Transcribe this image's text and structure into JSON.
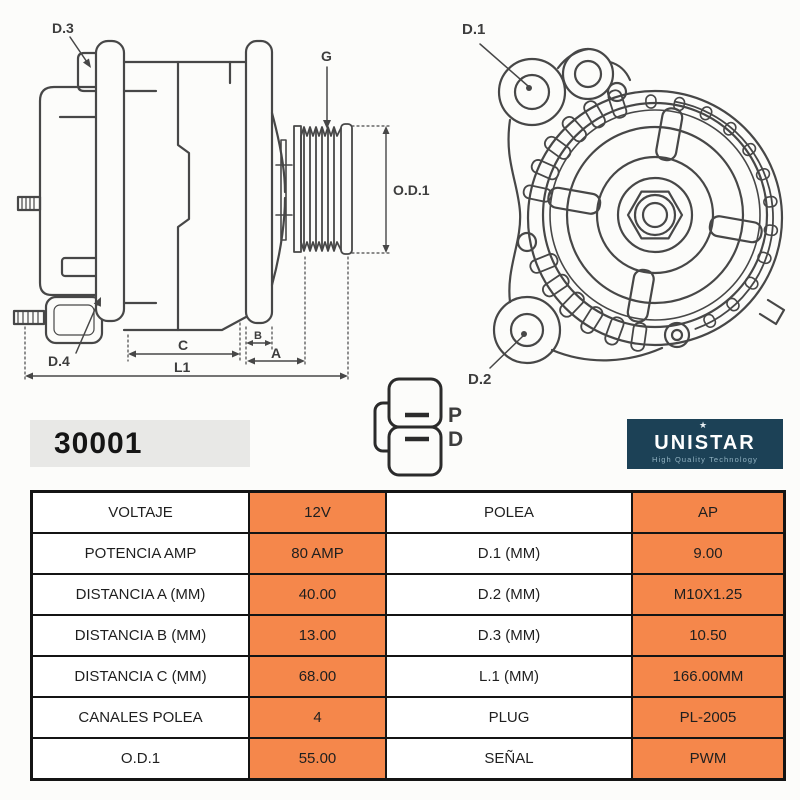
{
  "part_number": "30001",
  "logo": {
    "brand": "UNISTAR",
    "tagline": "High Quality Technology",
    "star": "★",
    "bg_color": "#1C4156"
  },
  "connector": {
    "pin_top": "P",
    "pin_bottom": "D"
  },
  "diagram": {
    "side": {
      "d3": "D.3",
      "d4": "D.4",
      "g": "G",
      "od1": "O.D.1",
      "c": "C",
      "b": "B",
      "a": "A",
      "l1": "L1"
    },
    "front": {
      "d1": "D.1",
      "d2": "D.2"
    }
  },
  "colors": {
    "accent_orange": "#F5874B",
    "logo_navy": "#1C4156",
    "part_box_gray": "#E8E8E6",
    "drawing_line": "#474747",
    "table_border": "#141414"
  },
  "table": {
    "rows": [
      {
        "c0": "VOLTAJE",
        "c1": "12V",
        "c2": "POLEA",
        "c3": "AP"
      },
      {
        "c0": "POTENCIA AMP",
        "c1": "80 AMP",
        "c2": "D.1 (MM)",
        "c3": "9.00"
      },
      {
        "c0": "DISTANCIA A (MM)",
        "c1": "40.00",
        "c2": "D.2 (MM)",
        "c3": "M10X1.25"
      },
      {
        "c0": "DISTANCIA B (MM)",
        "c1": "13.00",
        "c2": "D.3 (MM)",
        "c3": "10.50"
      },
      {
        "c0": "DISTANCIA C (MM)",
        "c1": "68.00",
        "c2": "L.1 (MM)",
        "c3": "166.00MM"
      },
      {
        "c0": "CANALES POLEA",
        "c1": "4",
        "c2": "PLUG",
        "c3": "PL-2005"
      },
      {
        "c0": "O.D.1",
        "c1": "55.00",
        "c2": "SEÑAL",
        "c3": "PWM"
      }
    ]
  }
}
